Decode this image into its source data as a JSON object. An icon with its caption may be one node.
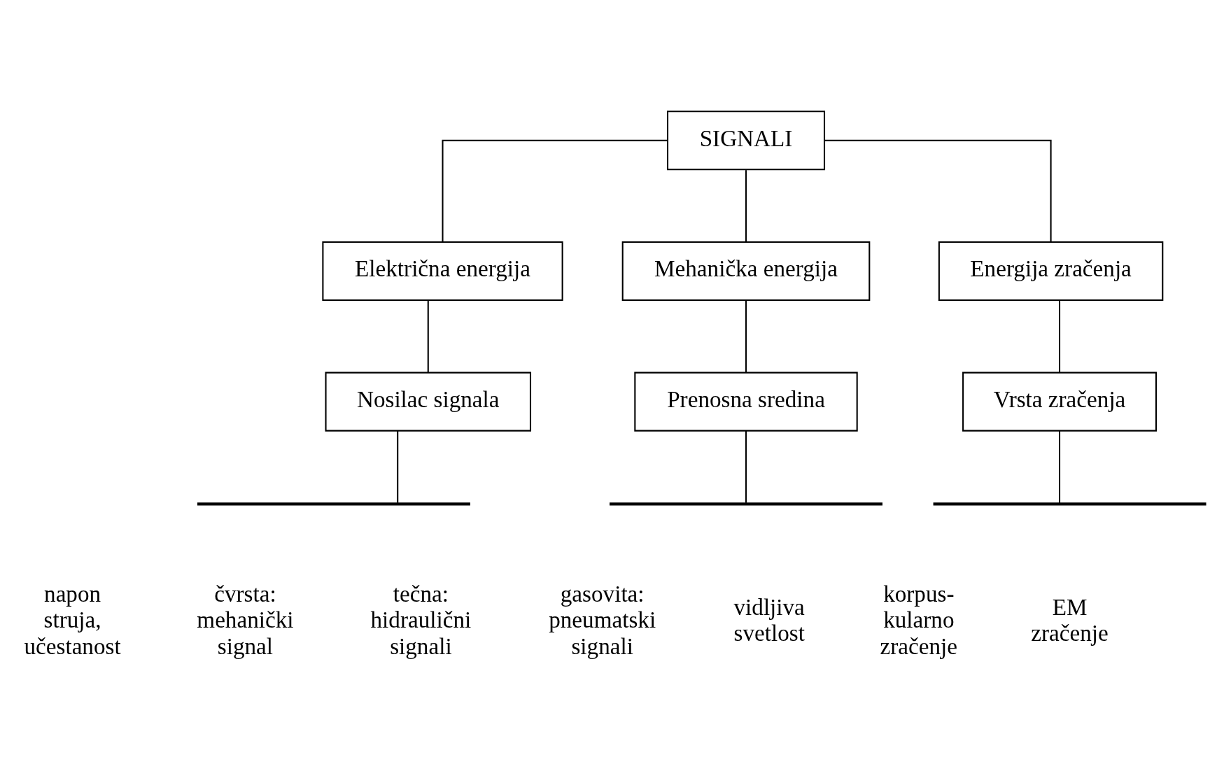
{
  "diagram": {
    "nodes": [
      {
        "text": [
          "SIGNALI"
        ]
      },
      {
        "text": [
          "Električna energija"
        ]
      },
      {
        "text": [
          "Mehanička energija"
        ]
      },
      {
        "text": [
          "Energija zračenja"
        ]
      },
      {
        "text": [
          "Nosilac signala"
        ]
      },
      {
        "text": [
          "Prenosna sredina"
        ]
      },
      {
        "text": [
          "Vrsta zračenja"
        ]
      }
    ],
    "edges": [
      {
        "from": 0,
        "to": 1,
        "arrow": "none"
      },
      {
        "from": 0,
        "to": 2,
        "arrow": "none"
      },
      {
        "from": 0,
        "to": 3,
        "arrow": "none"
      },
      {
        "from": 1,
        "to": 4,
        "arrow": "none"
      },
      {
        "from": 2,
        "to": 5,
        "arrow": "none"
      },
      {
        "from": 3,
        "to": 6,
        "arrow": "none"
      },
      {
        "from": 4,
        "to": null,
        "arrow": "none"
      },
      {
        "from": 5,
        "to": null,
        "arrow": "none"
      },
      {
        "from": 6,
        "to": null,
        "arrow": "none"
      }
    ],
    "labels": [
      "napon struja, učestanost",
      "čvrsta: mehanički signal",
      "tečna: hidraulični signali",
      "gasovita: pneumatski signali",
      "vidljiva svetlost",
      "korpus- kularno zračenje",
      "EM zračenje"
    ]
  }
}
